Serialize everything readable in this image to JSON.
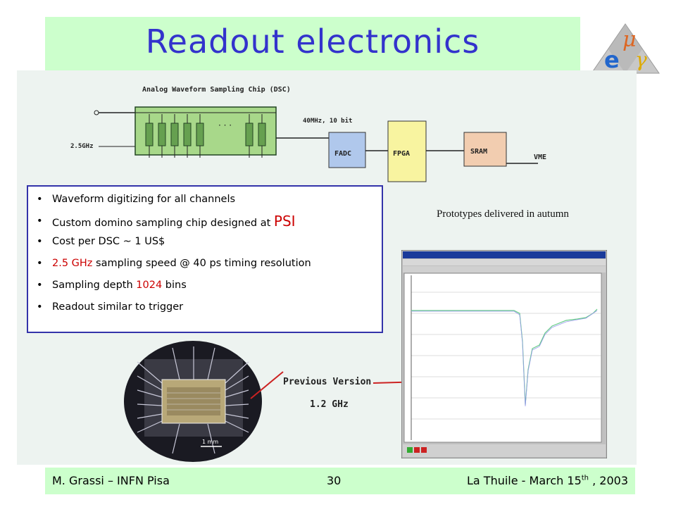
{
  "slide": {
    "title": "Readout electronics",
    "diagram": {
      "chip_label": "Analog Waveform Sampling Chip (DSC)",
      "clock_label": "2.5GHz",
      "adc_label": "40MHz, 10 bit",
      "blocks": [
        "FADC",
        "FPGA",
        "SRAM"
      ],
      "output_label": "VME",
      "colors": {
        "chip": "#a8d88a",
        "fadc": "#b0c8ec",
        "fpga": "#f8f4a0",
        "sram": "#f2cdb0"
      }
    },
    "bullets": [
      {
        "text": "Waveform digitizing for all channels"
      },
      {
        "pre": "Custom domino sampling chip  designed at ",
        "em": "PSI"
      },
      {
        "text": "Cost per DSC ~ 1 US$"
      },
      {
        "em": "2.5 GHz",
        "post": " sampling speed @ 40 ps timing resolution"
      },
      {
        "pre": "Sampling depth ",
        "em": "1024",
        "post": " bins"
      },
      {
        "text": "Readout similar to trigger"
      }
    ],
    "bullet_glyph": "•",
    "prototypes_note": "Prototypes delivered in autumn",
    "chip_photo": {
      "callout_line1": "Previous Version",
      "callout_line2": "1.2 GHz",
      "scale_label": "1 mm"
    }
  },
  "footer": {
    "left": "M. Grassi – INFN Pisa",
    "page": "30",
    "right_pre": "La Thuile -  March 15",
    "right_sup": "th",
    "right_post": " , 2003"
  },
  "logo": {
    "letters": [
      "μ",
      "e",
      "γ"
    ],
    "colors": {
      "mu": "#dd6622",
      "e": "#2266cc",
      "gamma": "#ddaa00"
    }
  }
}
